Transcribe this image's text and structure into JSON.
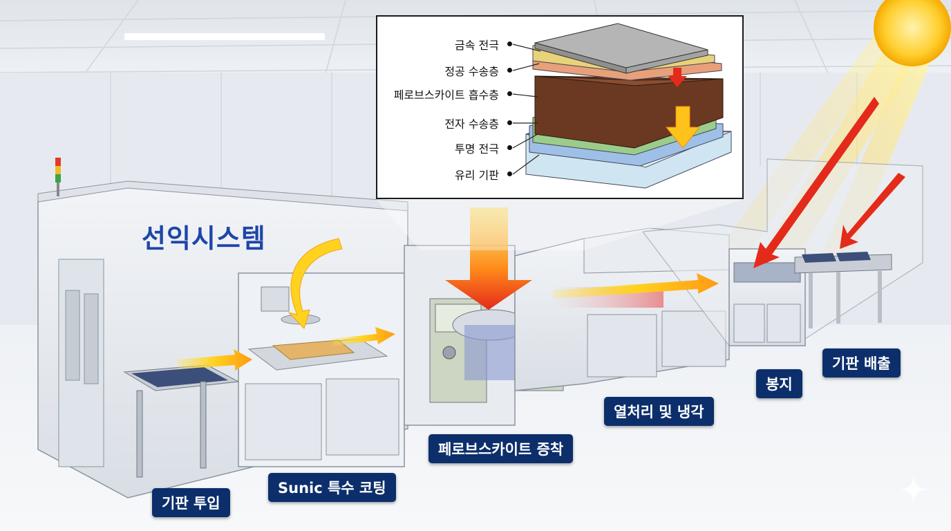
{
  "brand": {
    "name": "선익시스템"
  },
  "stations": [
    {
      "label": "기판 투입"
    },
    {
      "label": "Sunic 특수 코팅"
    },
    {
      "label": "페로브스카이트 증착"
    },
    {
      "label": "열처리 및 냉각"
    },
    {
      "label": "봉지"
    },
    {
      "label": "기판 배출"
    }
  ],
  "layers": [
    {
      "label": "금속 전극",
      "color": "#b5b5b5"
    },
    {
      "label": "정공 수송층",
      "color": "#e8d27a"
    },
    {
      "label": "페로브스카이트 흡수층",
      "color": "#6b3822"
    },
    {
      "label": "전자 수송층",
      "color": "#9ccc8a"
    },
    {
      "label": "투명 전극",
      "color": "#9fc0e6"
    },
    {
      "label": "유리 기판",
      "color": "#cfe6f2"
    }
  ],
  "colors": {
    "label_bg": "#0c2f6b",
    "brand": "#1e46a8",
    "arrow_yellow": "#ffd21f",
    "arrow_red": "#e42a1a"
  },
  "icons": {
    "sun": "sun-icon",
    "watermark": "sparkle-icon"
  }
}
